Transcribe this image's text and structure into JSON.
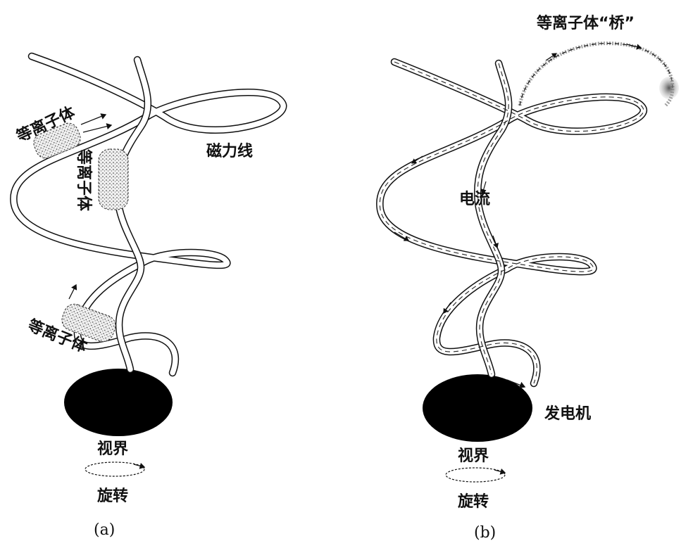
{
  "panel_a": {
    "label_plasma_top": "等离子体",
    "label_plasma_mid": "等离子体",
    "label_plasma_bottom": "等离子体",
    "label_field_lines": "磁力线",
    "label_photosphere": "视界",
    "label_rotation": "旋转",
    "caption": "(a)"
  },
  "panel_b": {
    "label_plasma_bridge": "等离子体“桥”",
    "label_current": "电流",
    "label_generator": "发电机",
    "label_photosphere": "视界",
    "label_rotation": "旋转",
    "caption": "(b)"
  }
}
